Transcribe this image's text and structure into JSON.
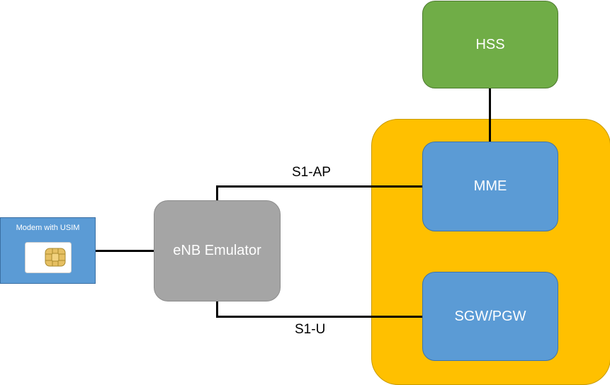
{
  "nodes": {
    "hss": "HSS",
    "mme": "MME",
    "sgw_pgw": "SGW/PGW",
    "enb": "eNB Emulator",
    "modem": "Modem with USIM"
  },
  "links": {
    "s1_ap": "S1-AP",
    "s1_u": "S1-U"
  },
  "colors": {
    "epc_container": "#ffc000",
    "hss": "#70ad47",
    "epc_node": "#5b9bd5",
    "enb": "#a5a5a5",
    "modem": "#5b9bd5",
    "line": "#000000"
  },
  "icons": {
    "sim": "sim-card-icon"
  }
}
